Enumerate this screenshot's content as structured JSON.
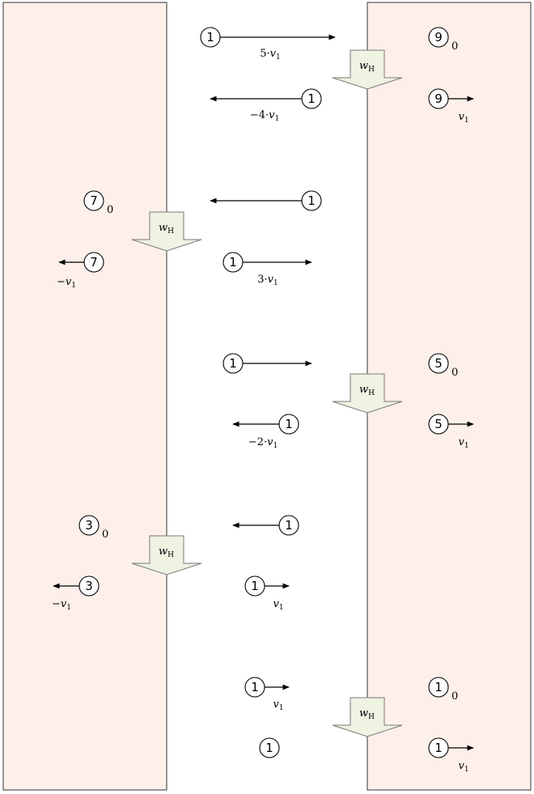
{
  "colors": {
    "wall_fill": "#fdf0ea",
    "wall_stroke": "#333333",
    "work_arrow_fill": "#eef3e2",
    "work_arrow_stroke": "#7a7a7a",
    "line": "#000000"
  },
  "work_label": {
    "main": "w",
    "sub": "H"
  },
  "balls": {
    "b9": "9",
    "b7": "7",
    "b5": "5",
    "b3": "3",
    "b1": "1"
  },
  "velocity_labels": {
    "v1": {
      "main": "v",
      "sub": "1"
    },
    "minus_v1": {
      "prefix": "−",
      "main": "v",
      "sub": "1"
    },
    "five_v1": {
      "prefix": "5·",
      "main": "v",
      "sub": "1"
    },
    "minus_four_v1": {
      "prefix": "−4·",
      "main": "v",
      "sub": "1"
    },
    "three_v1": {
      "prefix": "3·",
      "main": "v",
      "sub": "1"
    },
    "minus_two_v1": {
      "prefix": "−2·",
      "main": "v",
      "sub": "1"
    }
  },
  "rest_subscript": "0"
}
